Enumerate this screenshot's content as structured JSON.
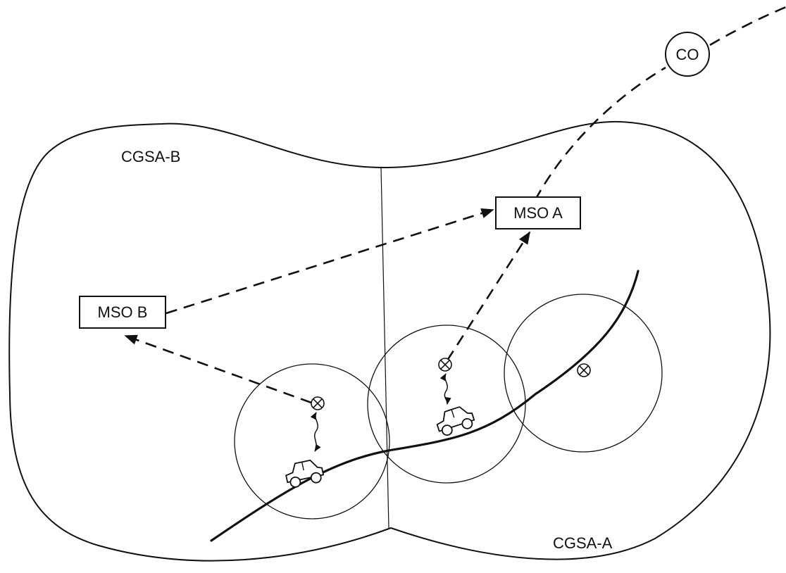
{
  "labels": {
    "co": "CO",
    "mso_a": "MSO A",
    "mso_b": "MSO B",
    "region_b": "CGSA-B",
    "region_a": "CGSA-A"
  },
  "colors": {
    "ink": "#111111",
    "background": "#ffffff"
  }
}
